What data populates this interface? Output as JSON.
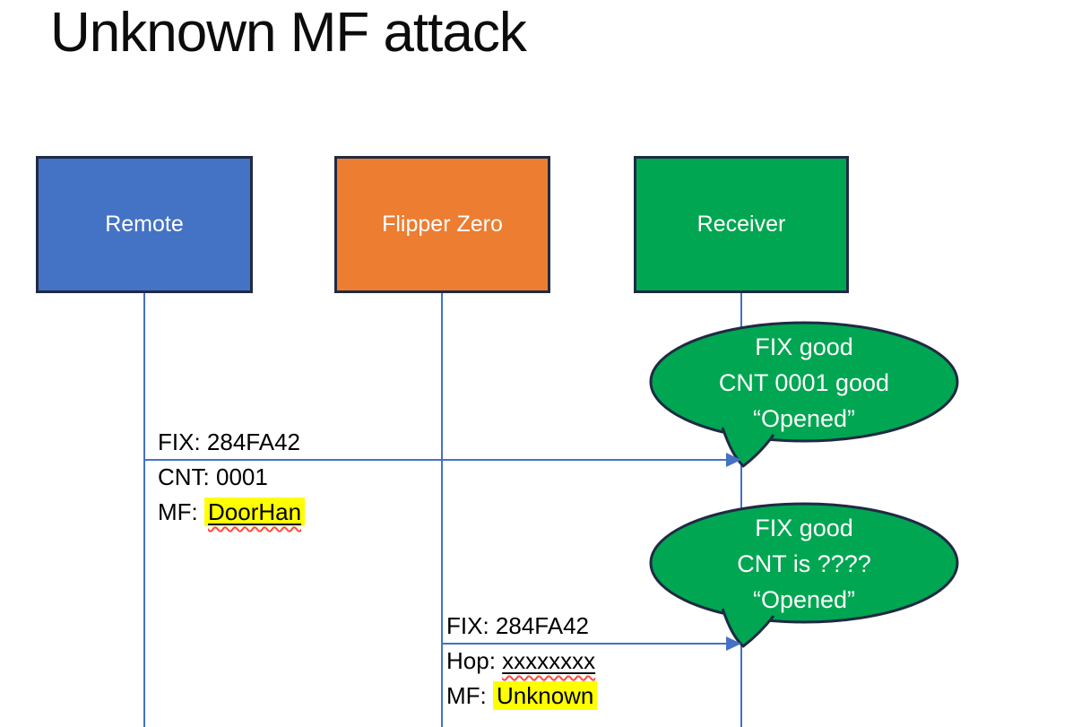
{
  "slide": {
    "title": "Unknown MF attack"
  },
  "actors": [
    {
      "label": "Remote",
      "color": "#4472C4"
    },
    {
      "label": "Flipper Zero",
      "color": "#ED7D31"
    },
    {
      "label": "Receiver",
      "color": "#00A651"
    }
  ],
  "messages": [
    {
      "from": "Remote",
      "to": "Receiver",
      "line1": "FIX: 284FA42",
      "line2": "CNT: 0001",
      "line3_prefix": "MF: ",
      "line3_value": "DoorHan"
    },
    {
      "from": "Flipper Zero",
      "to": "Receiver",
      "line1": "FIX: 284FA42",
      "line2_prefix": "Hop: ",
      "line2_value": "xxxxxxxx",
      "line3_prefix": "MF: ",
      "line3_value": "Unknown"
    }
  ],
  "callouts": [
    {
      "speaker": "Receiver",
      "line1": "FIX good",
      "line2": "CNT 0001 good",
      "line3": "“Opened”"
    },
    {
      "speaker": "Receiver",
      "line1": "FIX good",
      "line2": "CNT is ????",
      "line3": "“Opened”"
    }
  ],
  "colors": {
    "remote_fill": "#4472C4",
    "flipper_fill": "#ED7D31",
    "receiver_fill": "#00A651",
    "callout_fill": "#00A651",
    "shape_outline": "#1F2A44",
    "connector_blue": "#4472C4",
    "highlight_yellow": "#FFFF00",
    "spellcheck_red": "#FF4B3A",
    "title_color": "#0C0C0C"
  }
}
